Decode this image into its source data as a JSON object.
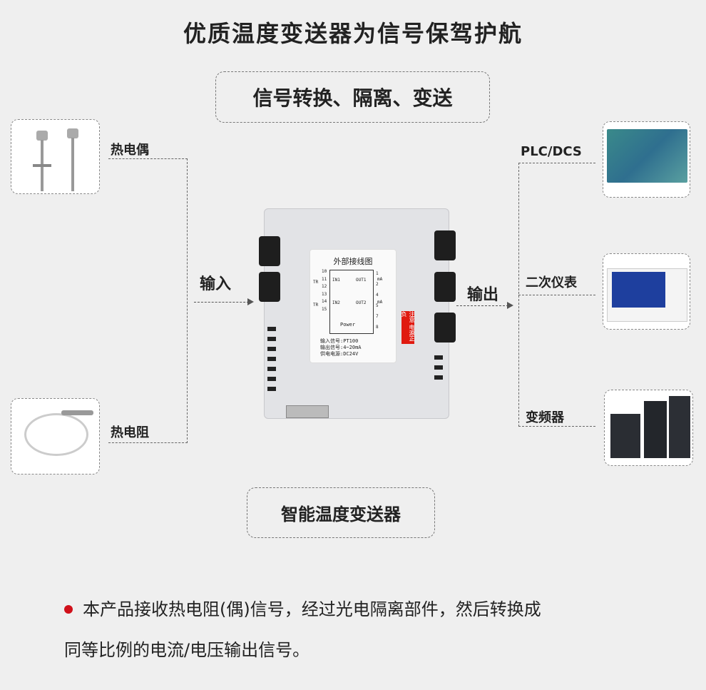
{
  "title": "优质温度变送器为信号保驾护航",
  "subtitle_box": "信号转换、隔离、变送",
  "inputs": {
    "label": "输入",
    "items": [
      {
        "label": "热电偶",
        "image": "thermocouple-photo"
      },
      {
        "label": "热电阻",
        "image": "rtd-sensor-photo"
      }
    ]
  },
  "outputs": {
    "label": "输出",
    "items": [
      {
        "label": "PLC/DCS",
        "image": "plc-dcs-screen-photo"
      },
      {
        "label": "二次仪表",
        "image": "recorder-instrument-photo"
      },
      {
        "label": "变频器",
        "image": "inverter-photo"
      }
    ]
  },
  "device": {
    "label_title": "外部接线图",
    "in1": "IN1",
    "in2": "IN2",
    "out1": "OUT1",
    "out2": "OUT2",
    "power": "Power",
    "tr": "TR",
    "terminals_left": [
      "10",
      "11",
      "12",
      "13",
      "14",
      "15"
    ],
    "terminals_right": [
      "1",
      "2",
      "4",
      "5",
      "7",
      "8"
    ],
    "unit": "mA",
    "spec_lines": [
      "输入信号:PT100",
      "输出信号:4~20mA",
      "供电电源:DC24V"
    ],
    "warning": "注意 电源正负"
  },
  "product_box": "智能温度变送器",
  "description_lines": [
    "本产品接收热电阻(偶)信号，经过光电隔离部件，然后转换成",
    "同等比例的电流/电压输出信号。"
  ],
  "colors": {
    "background": "#efefef",
    "bullet": "#d0101a",
    "warning": "#e01a10"
  }
}
